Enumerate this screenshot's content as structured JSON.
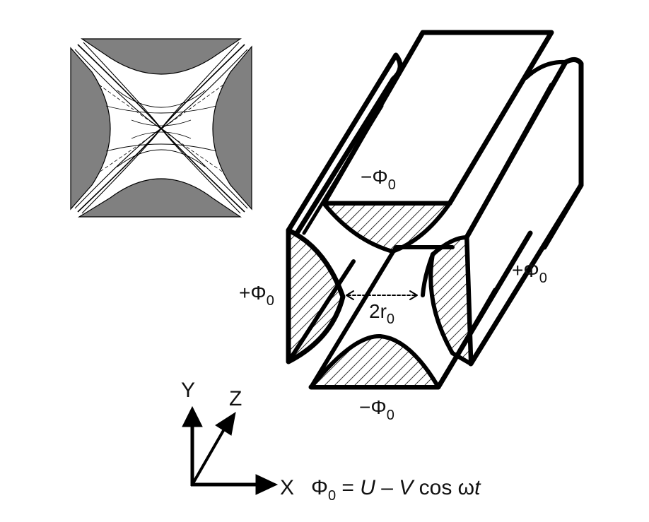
{
  "labels": {
    "top_potential": "−Φ",
    "top_potential_sub": "0",
    "bottom_potential": "−Φ",
    "bottom_potential_sub": "0",
    "left_potential": "+Φ",
    "left_potential_sub": "0",
    "right_potential": "+Φ",
    "right_potential_sub": "0",
    "separation": "2r",
    "separation_sub": "0"
  },
  "axes": {
    "x": "X",
    "y": "Y",
    "z": "Z"
  },
  "equation": {
    "phi": "Φ",
    "phi_sub": "0",
    "equals": " = ",
    "u": "U",
    "minus": " – ",
    "v": "V",
    "cos": " cos ",
    "omega": "ω",
    "t": "t"
  },
  "colors": {
    "electrode_gray": "#808080",
    "stroke": "#000000"
  }
}
